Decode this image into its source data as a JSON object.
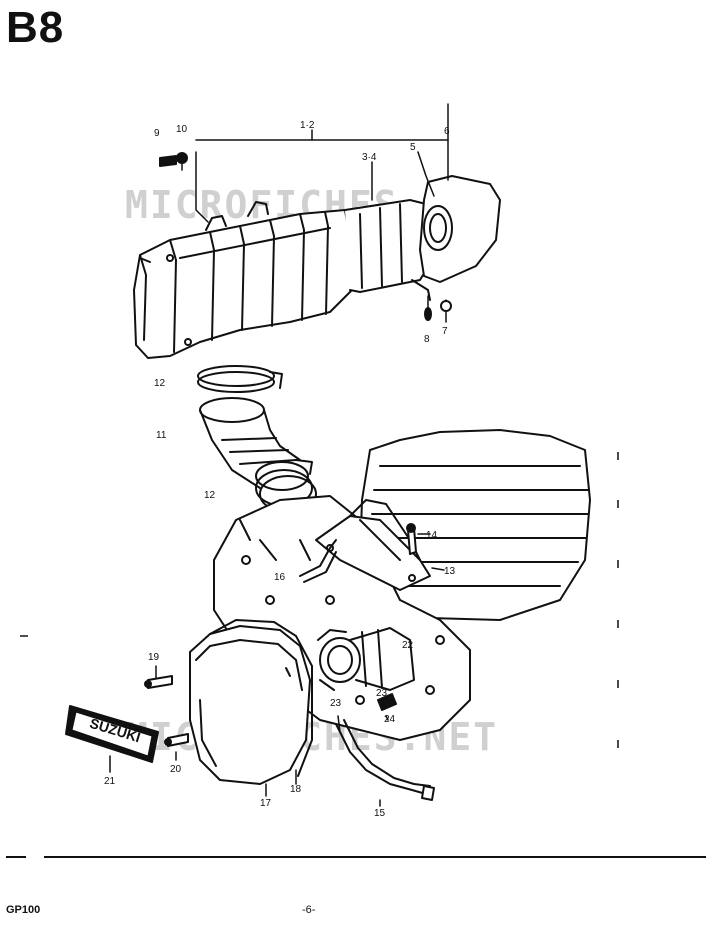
{
  "header": {
    "section_code": "B8"
  },
  "watermark": {
    "text": "MICROFICHES.NET"
  },
  "footer": {
    "model": "GP100",
    "page": "-6-"
  },
  "parts": {
    "p1_2": "1·2",
    "p3_4": "3·4",
    "p5": "5",
    "p6": "6",
    "p7": "7",
    "p8": "8",
    "p9": "9",
    "p10": "10",
    "p11": "11",
    "p12a": "12",
    "p12b": "12",
    "p13": "13",
    "p14": "14",
    "p15": "15",
    "p16": "16",
    "p17": "17",
    "p18": "18",
    "p19": "19",
    "p20": "20",
    "p21": "21",
    "p22": "22",
    "p23a": "23",
    "p23b": "23",
    "p24": "24"
  },
  "emblem": {
    "text": "SUZUKI"
  }
}
